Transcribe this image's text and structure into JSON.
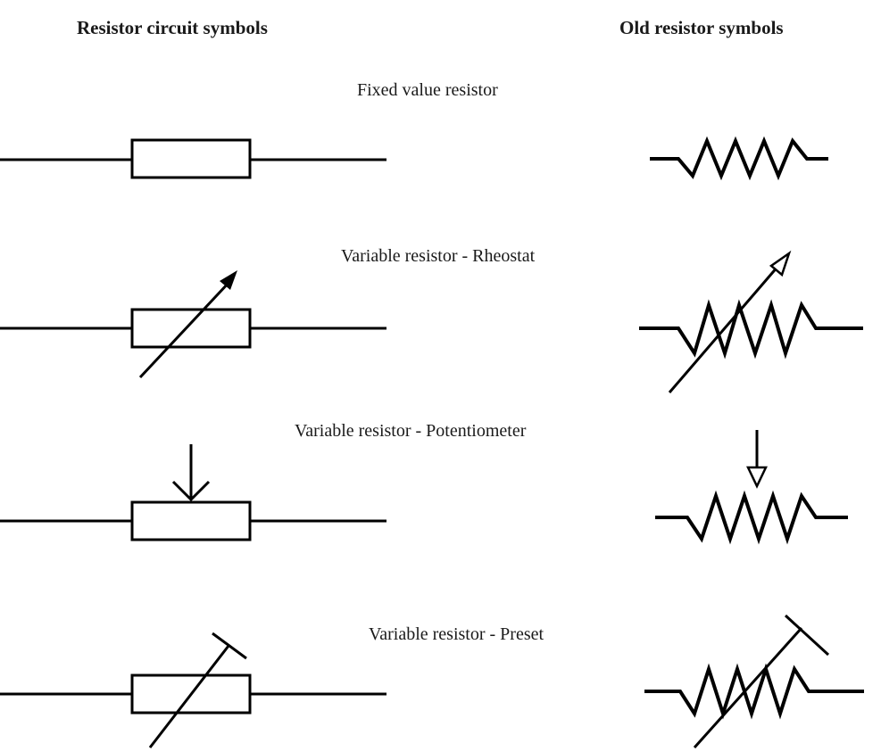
{
  "headings": {
    "left": "Resistor circuit symbols",
    "right": "Old resistor symbols"
  },
  "rows": [
    {
      "label": "Fixed  value resistor"
    },
    {
      "label": "Variable resistor - Rheostat"
    },
    {
      "label": "Variable resistor - Potentiometer"
    },
    {
      "label": "Variable resistor - Preset"
    }
  ]
}
